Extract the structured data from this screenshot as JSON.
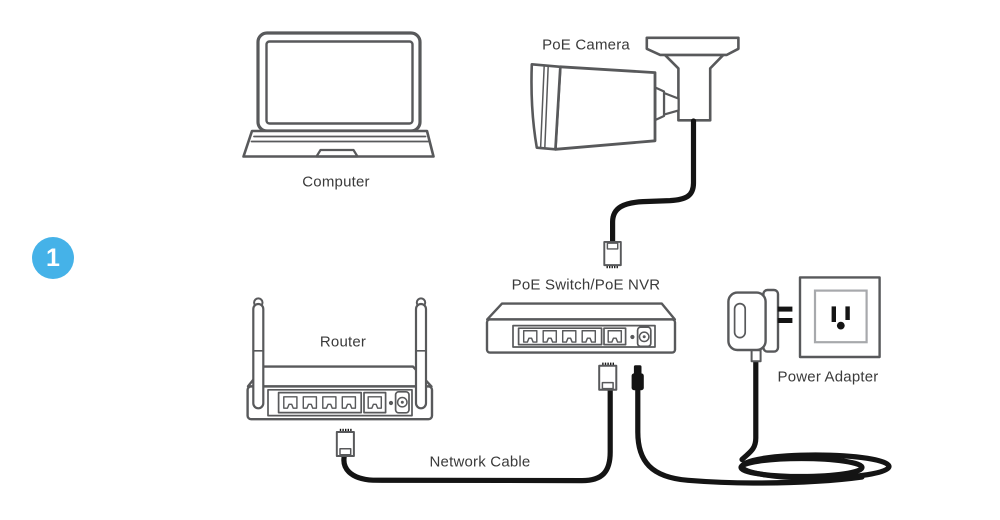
{
  "step": {
    "number": "1"
  },
  "devices": {
    "computer": {
      "label": "Computer"
    },
    "poe_camera": {
      "label": "PoE Camera"
    },
    "poe_switch": {
      "label": "PoE Switch/PoE NVR"
    },
    "router": {
      "label": "Router"
    },
    "power_adapter": {
      "label": "Power Adapter"
    }
  },
  "connections": {
    "network_cable": {
      "label": "Network Cable"
    }
  },
  "colors": {
    "outline": "#58595b",
    "cable": "#141414",
    "accent": "#45b2e8",
    "text": "#3a3a3a",
    "outlet-border": "#a7a9ac"
  }
}
